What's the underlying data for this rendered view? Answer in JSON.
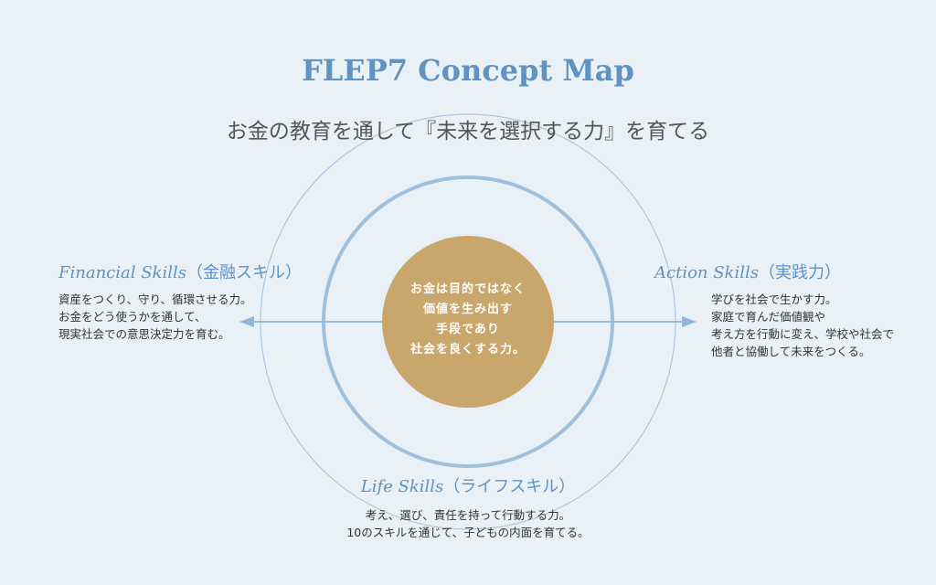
{
  "title": "FLEP7 Concept Map",
  "subtitle": "お金の教育を通して『未来を選択する力』を育てる",
  "center": {
    "lines": [
      "お金は目的ではなく",
      "価値を生み出す",
      "手段であり",
      "社会を良くする力。"
    ]
  },
  "financial": {
    "title_en": "Financial Skills",
    "title_jp": "（金融スキル）",
    "lines": [
      "資産をつくり、守り、循環させる力。",
      "お金をどう使うかを通して、",
      "現実社会での意思決定力を育む。"
    ]
  },
  "action": {
    "title_en": "Action Skills",
    "title_jp": "（実践力）",
    "lines": [
      "学びを社会で生かす力。",
      "家庭で育んだ価値観や",
      "考え方を行動に変え、学校や社会で",
      "他者と協働して未来をつくる。"
    ]
  },
  "life": {
    "title_en": "Life Skills",
    "title_jp": "（ライフスキル）",
    "lines": [
      "考え、選び、責任を持って行動する力。",
      "10のスキルを通じて、子どもの内面を育てる。"
    ]
  },
  "colors": {
    "accent": "#5e93c2",
    "gold": "#c9a66b",
    "background": "#e9f0f6"
  }
}
